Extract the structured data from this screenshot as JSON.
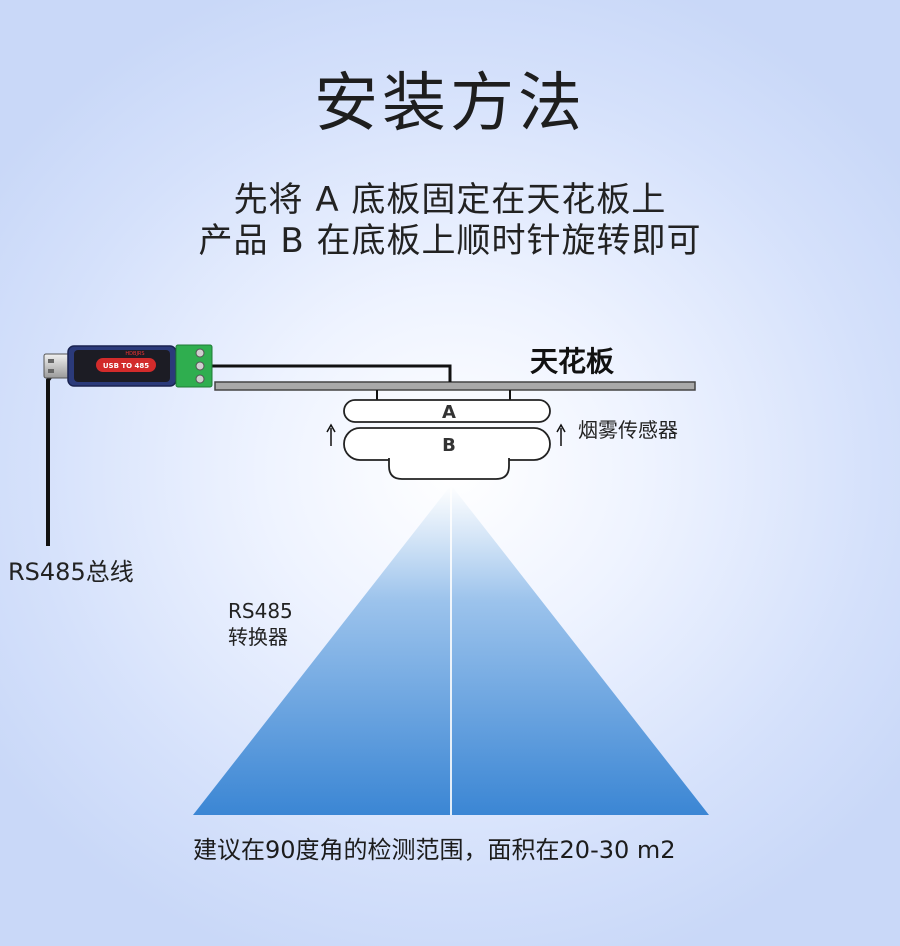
{
  "title": "安装方法",
  "instructions": {
    "line1": "先将 A 底板固定在天花板上",
    "line2": "产品 B 在底板上顺时针旋转即可"
  },
  "labels": {
    "ceiling": "天花板",
    "sensor": "烟雾传感器",
    "bus": "RS485总线",
    "converter_line1": "RS485",
    "converter_line2": "转换器",
    "part_a": "A",
    "part_b": "B"
  },
  "converter_device": {
    "label": "USB TO 485",
    "brand_text": "HDBJRS",
    "body_color": "#c0392b",
    "terminal_color": "#2fae4f"
  },
  "caption": "建议在90度角的检测范围，面积在20-30 m2",
  "colors": {
    "cone": "#3b86d4",
    "ceiling_bar": "#a8a8a8",
    "wire": "#111111"
  }
}
